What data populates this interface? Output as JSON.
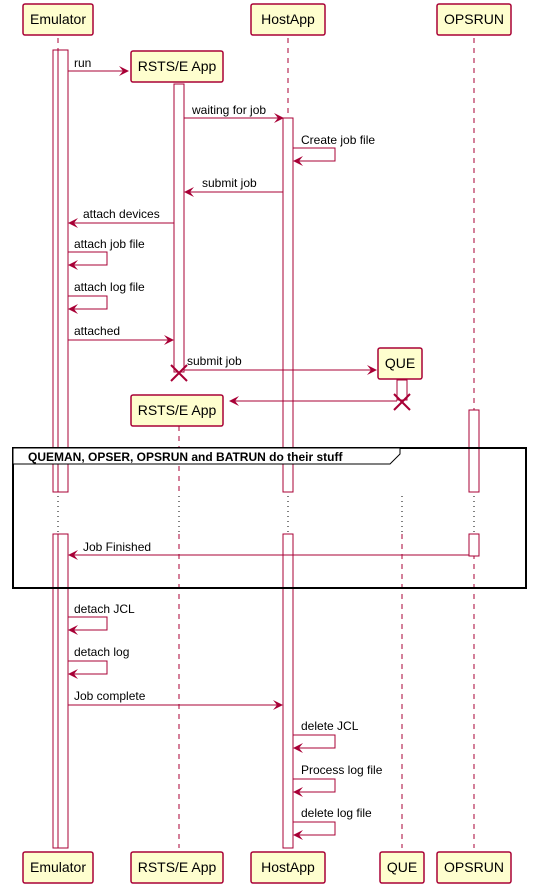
{
  "colors": {
    "participant_fill": "#FEFECE",
    "participant_border": "#A80036",
    "arrow": "#A80036",
    "lifeline": "#A80036",
    "activation_fill": "#FFFFFF",
    "group_border": "#000000",
    "text": "#000000"
  },
  "participants": [
    {
      "id": "emulator",
      "label": "Emulator"
    },
    {
      "id": "rsts1",
      "label": "RSTS/E App"
    },
    {
      "id": "hostapp",
      "label": "HostApp"
    },
    {
      "id": "que",
      "label": "QUE"
    },
    {
      "id": "opsrun",
      "label": "OPSRUN"
    },
    {
      "id": "rsts2",
      "label": "RSTS/E App"
    }
  ],
  "messages": [
    {
      "id": "m1",
      "from": "emulator",
      "to": "rsts1",
      "label": "run"
    },
    {
      "id": "m2",
      "from": "rsts1",
      "to": "hostapp",
      "label": "waiting for job"
    },
    {
      "id": "m3",
      "from": "hostapp",
      "to": "hostapp",
      "label": "Create job file"
    },
    {
      "id": "m4",
      "from": "hostapp",
      "to": "rsts1",
      "label": "submit job"
    },
    {
      "id": "m5",
      "from": "rsts1",
      "to": "emulator",
      "label": "attach devices"
    },
    {
      "id": "m6",
      "from": "emulator",
      "to": "emulator",
      "label": "attach job file"
    },
    {
      "id": "m7",
      "from": "emulator",
      "to": "emulator",
      "label": "attach log file"
    },
    {
      "id": "m8",
      "from": "emulator",
      "to": "rsts1",
      "label": "attached"
    },
    {
      "id": "m9",
      "from": "rsts1",
      "to": "que",
      "label": "submit job"
    },
    {
      "id": "m10",
      "from": "que",
      "to": "rsts2",
      "label": ""
    },
    {
      "id": "m11",
      "from": "opsrun",
      "to": "emulator",
      "label": "Job Finished"
    },
    {
      "id": "m12",
      "from": "emulator",
      "to": "emulator",
      "label": "detach JCL"
    },
    {
      "id": "m13",
      "from": "emulator",
      "to": "emulator",
      "label": "detach log"
    },
    {
      "id": "m14",
      "from": "emulator",
      "to": "hostapp",
      "label": "Job complete"
    },
    {
      "id": "m15",
      "from": "hostapp",
      "to": "hostapp",
      "label": "delete JCL"
    },
    {
      "id": "m16",
      "from": "hostapp",
      "to": "hostapp",
      "label": "Process log file"
    },
    {
      "id": "m17",
      "from": "hostapp",
      "to": "hostapp",
      "label": "delete log file"
    }
  ],
  "group": {
    "label": "QUEMAN, OPSER, OPSRUN and BATRUN do their stuff"
  },
  "bottom_participants": [
    {
      "id": "emulator",
      "label": "Emulator"
    },
    {
      "id": "rsts",
      "label": "RSTS/E App"
    },
    {
      "id": "hostapp",
      "label": "HostApp"
    },
    {
      "id": "que",
      "label": "QUE"
    },
    {
      "id": "opsrun",
      "label": "OPSRUN"
    }
  ]
}
